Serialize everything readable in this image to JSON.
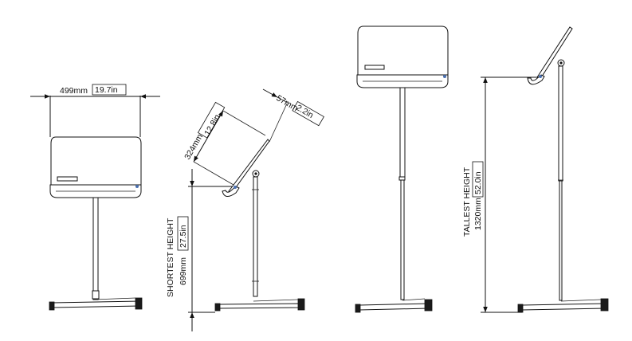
{
  "dimensions": {
    "width_mm": "499mm",
    "width_in": "19.7in",
    "desk_length_mm": "324mm",
    "desk_length_in": "12.8in",
    "desk_depth_mm": "57mm",
    "desk_depth_in": "2.2in",
    "shortest_label": "SHORTEST HEIGHT",
    "shortest_mm": "699mm",
    "shortest_in": "27.5in",
    "tallest_label": "TALLEST HEIGHT",
    "tallest_mm": "1320mm",
    "tallest_in": "52.0in"
  }
}
